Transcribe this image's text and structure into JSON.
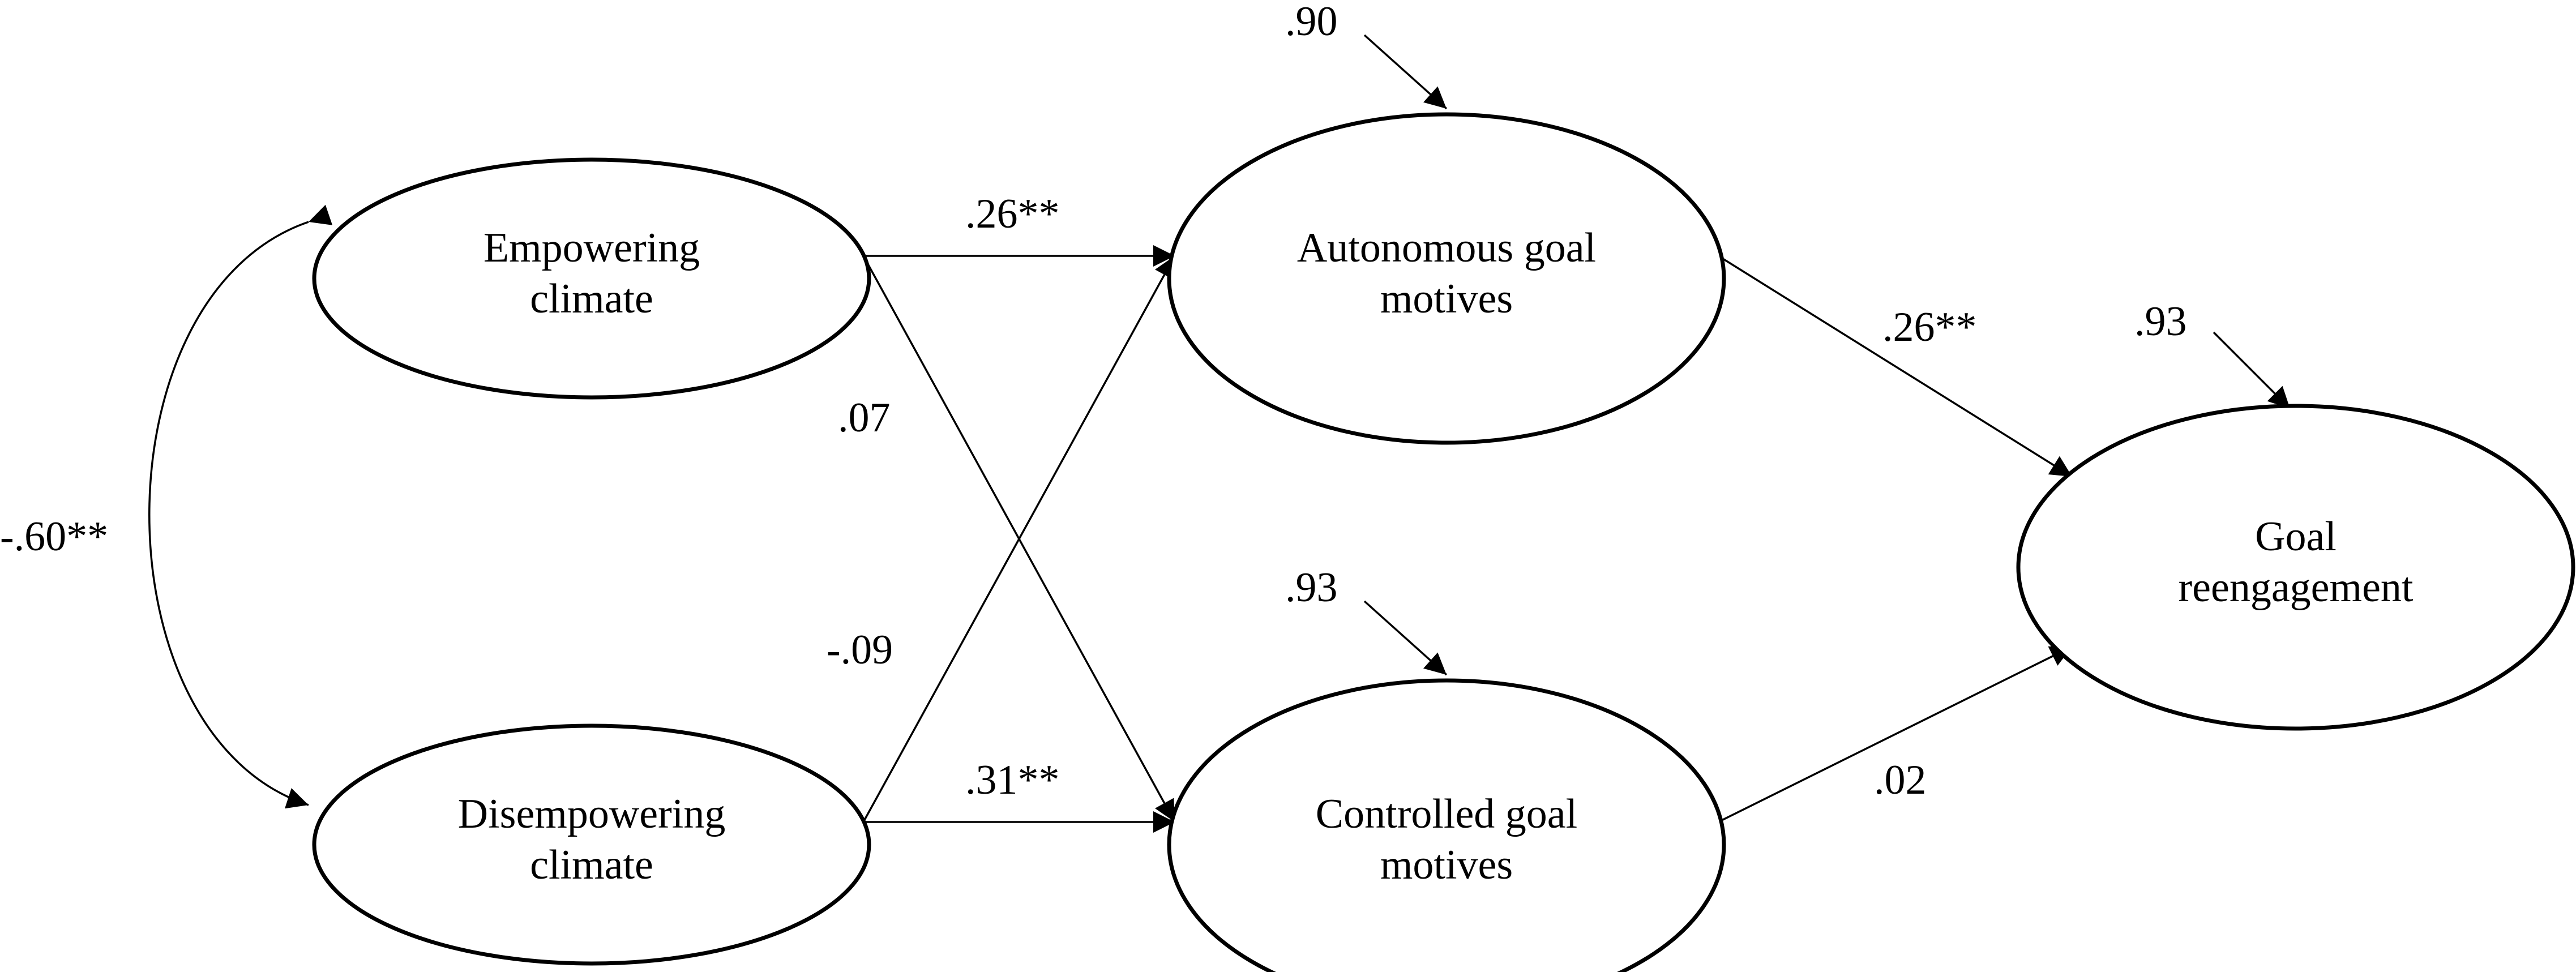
{
  "nodes": {
    "empowering": {
      "line1": "Empowering",
      "line2": "climate"
    },
    "disempowering": {
      "line1": "Disempowering",
      "line2": "climate"
    },
    "autonomous": {
      "line1": "Autonomous goal",
      "line2": "motives"
    },
    "controlled": {
      "line1": "Controlled goal",
      "line2": "motives"
    },
    "reengagement": {
      "line1": "Goal",
      "line2": "reengagement"
    }
  },
  "coefficients": {
    "correlation": "-.60**",
    "emp_to_auto": ".26**",
    "emp_to_ctrl": ".07",
    "dis_to_auto": "-.09",
    "dis_to_ctrl": ".31**",
    "auto_to_reeng": ".26**",
    "ctrl_to_reeng": ".02"
  },
  "residuals": {
    "autonomous": ".90",
    "controlled": ".93",
    "reengagement": ".93"
  }
}
